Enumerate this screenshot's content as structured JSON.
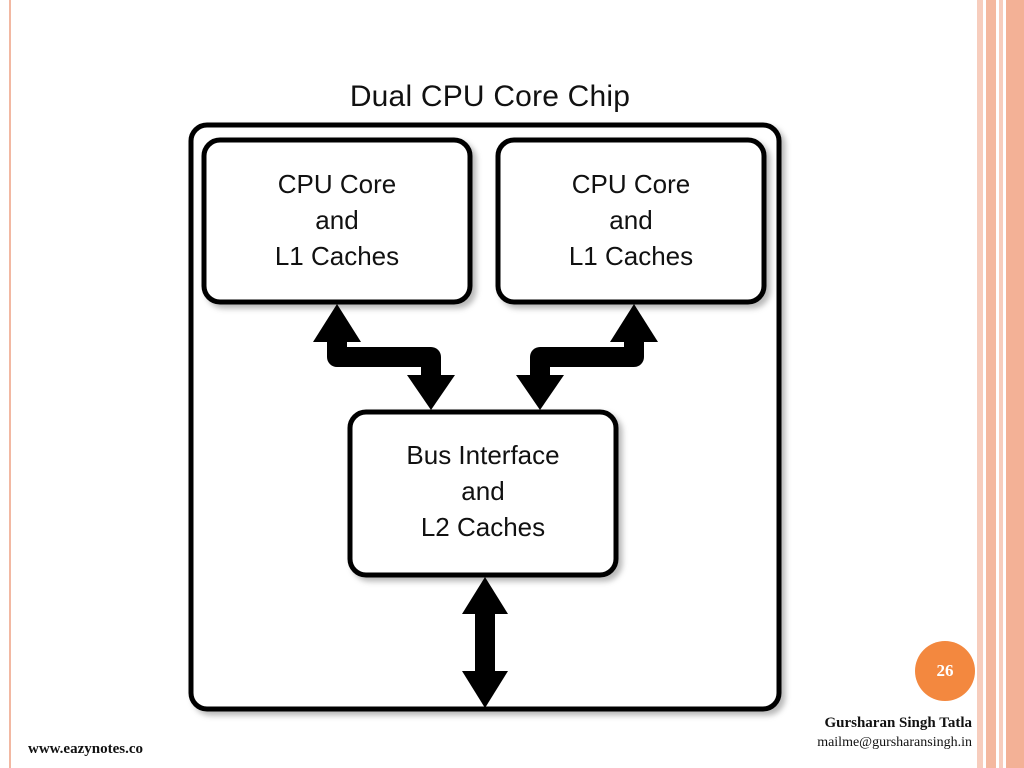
{
  "diagram": {
    "title": "Dual CPU Core Chip",
    "core_left": {
      "lines": [
        "CPU Core",
        "and",
        "L1 Caches"
      ]
    },
    "core_right": {
      "lines": [
        "CPU Core",
        "and",
        "L1 Caches"
      ]
    },
    "bus": {
      "lines": [
        "Bus Interface",
        "and",
        "L2 Caches"
      ]
    }
  },
  "footer": {
    "page_number": "26",
    "author_name": "Gursharan Singh Tatla",
    "author_email": "mailme@gursharansingh.in",
    "website": "www.eazynotes.co"
  },
  "colors": {
    "accent_orange": "#f3883f",
    "border_peach": "#f2b8a2",
    "ink": "#111111"
  }
}
